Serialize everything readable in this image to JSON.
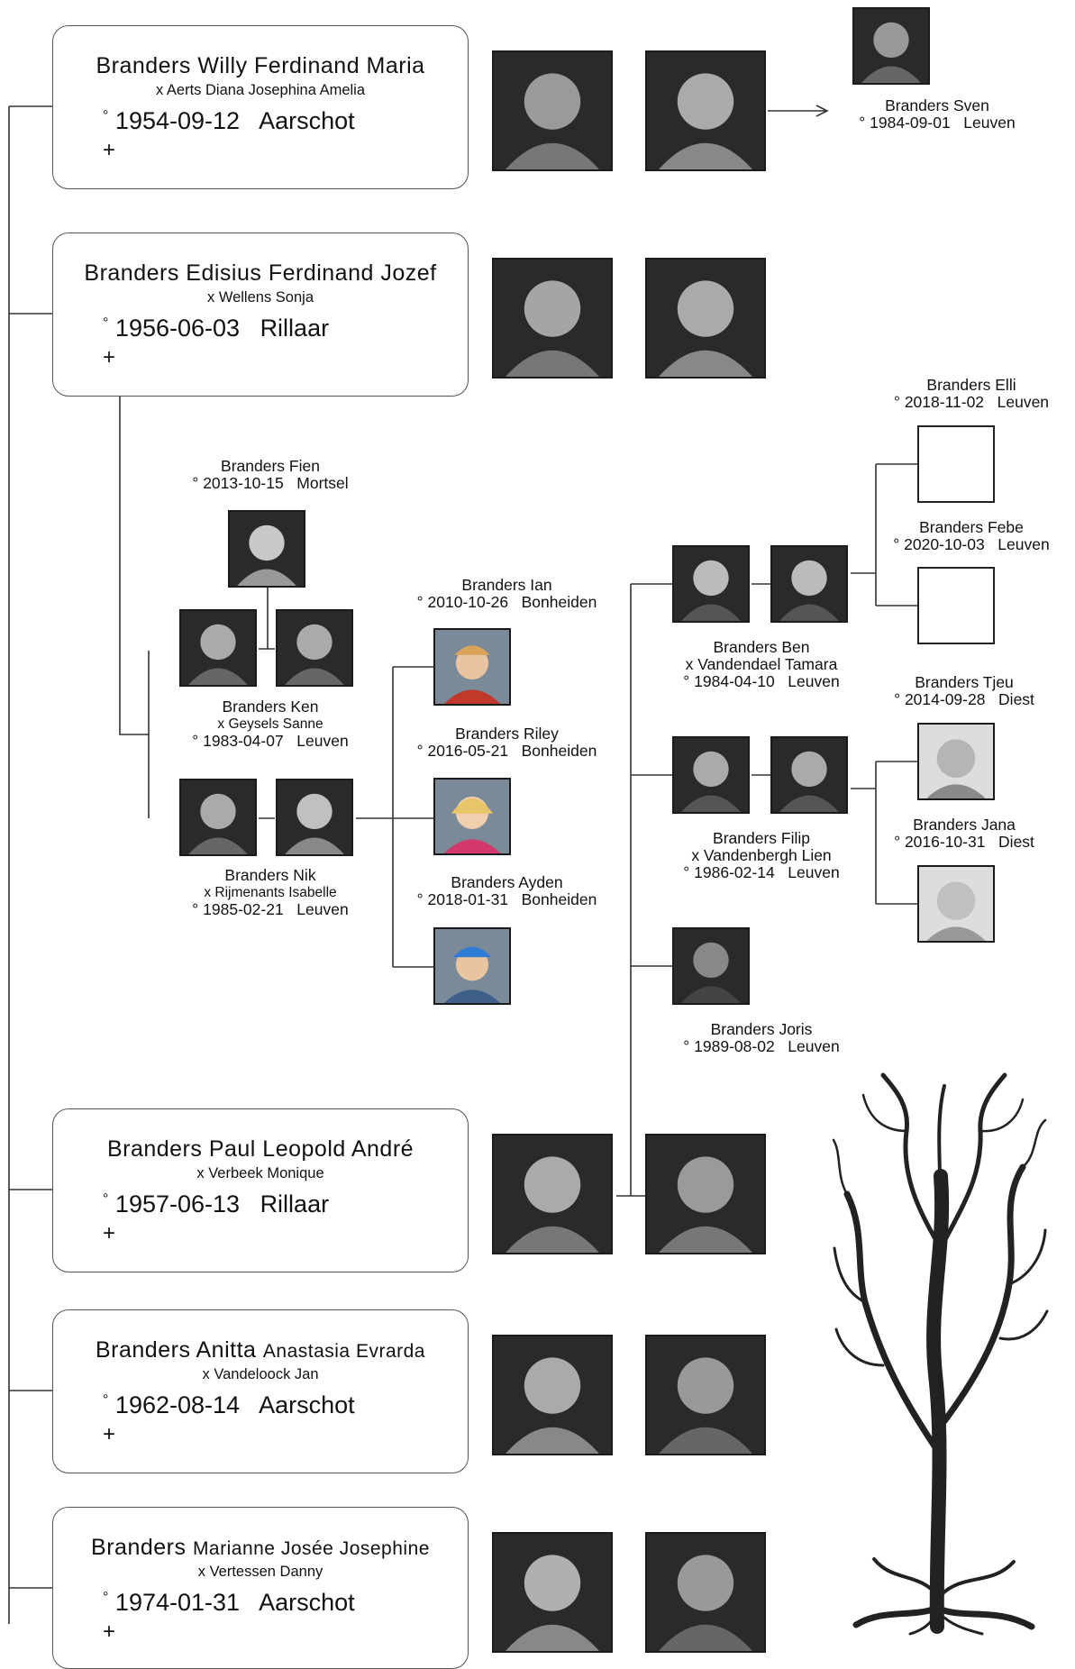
{
  "people": {
    "willy": {
      "name": "Branders Willy Ferdinand Maria",
      "name_rest": "",
      "spouse": "x Aerts Diana Josephina Amelia",
      "born": "1954-09-12",
      "place": "Aarschot",
      "death": "+"
    },
    "edisius": {
      "name": "Branders Edisius Ferdinand Jozef",
      "name_rest": "",
      "spouse": "x Wellens Sonja",
      "born": "1956-06-03",
      "place": "Rillaar",
      "death": "+"
    },
    "paul": {
      "name": "Branders Paul Leopold André",
      "name_rest": "",
      "spouse": "x Verbeek Monique",
      "born": "1957-06-13",
      "place": "Rillaar",
      "death": "+"
    },
    "anitta": {
      "name": "Branders Anitta ",
      "name_rest": "Anastasia Evrarda",
      "spouse": "x Vandeloock Jan",
      "born": "1962-08-14",
      "place": "Aarschot",
      "death": "+"
    },
    "marianne": {
      "name": "Branders ",
      "name_rest": "Marianne Josée Josephine",
      "spouse": "x Vertessen Danny",
      "born": "1974-01-31",
      "place": "Aarschot",
      "death": "+"
    }
  },
  "labels": {
    "sven": {
      "name": "Branders Sven",
      "birth": "° 1984-09-01   Leuven"
    },
    "fien": {
      "name": "Branders Fien",
      "birth": "° 2013-10-15   Mortsel"
    },
    "ken": {
      "name": "Branders Ken",
      "spouse": "x Geysels Sanne",
      "birth": "° 1983-04-07   Leuven"
    },
    "nik": {
      "name": "Branders Nik",
      "spouse": "x Rijmenants Isabelle",
      "birth": "° 1985-02-21   Leuven"
    },
    "ian": {
      "name": "Branders Ian",
      "birth": "° 2010-10-26   Bonheiden"
    },
    "riley": {
      "name": "Branders Riley",
      "birth": "° 2016-05-21   Bonheiden"
    },
    "ayden": {
      "name": "Branders Ayden",
      "birth": "° 2018-01-31   Bonheiden"
    },
    "ben": {
      "name": "Branders Ben",
      "spouse": "x Vandendael Tamara",
      "birth": "° 1984-04-10   Leuven"
    },
    "filip": {
      "name": "Branders Filip",
      "spouse": "x Vandenbergh Lien",
      "birth": "° 1986-02-14   Leuven"
    },
    "joris": {
      "name": "Branders Joris",
      "birth": "° 1989-08-02   Leuven"
    },
    "elli": {
      "name": "Branders Elli",
      "birth": "° 2018-11-02   Leuven"
    },
    "febe": {
      "name": "Branders Febe",
      "birth": "° 2020-10-03   Leuven"
    },
    "tjeu": {
      "name": "Branders Tjeu",
      "birth": "° 2014-09-28   Diest"
    },
    "jana": {
      "name": "Branders Jana",
      "birth": "° 2016-10-31   Diest"
    }
  },
  "colors": {
    "line": "#333333",
    "card_border": "#555555",
    "photo_bg": "#2a2a2a"
  },
  "decoration": {
    "icon": "tree-illustration"
  }
}
